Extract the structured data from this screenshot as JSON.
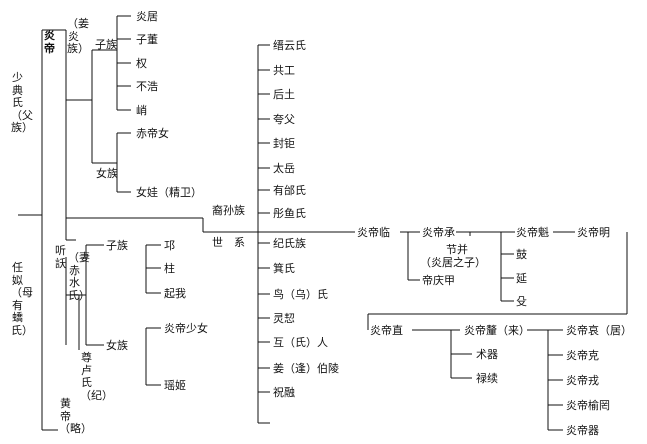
{
  "father_label": "少典氏（父族）",
  "mother_label": "任姒（母有蟜氏）",
  "yandi": "炎帝",
  "jiang_clan": "（姜炎族）",
  "tingyao": "听訞",
  "wife_chishui": "（妻赤水氏）",
  "zunlu": "尊卢氏（纪）",
  "huangdi": "黄帝（略）",
  "sons_label": "子族",
  "sons": [
    "炎居",
    "子董",
    "权",
    "不浩",
    "峭"
  ],
  "daughters_label": "女族",
  "daughters": [
    "赤帝女",
    "女娃（精卫）"
  ],
  "descendants_label": "裔孙族",
  "lineage_label": "世　系",
  "descendants": [
    "缙云氏",
    "共工",
    "后土",
    "夸父",
    "封钜",
    "太岳",
    "有邰氏",
    "彤鱼氏",
    "纪氏族",
    "箕氏",
    "鸟（乌）氏",
    "灵恝",
    "互（氏）人",
    "姜（逢）伯陵",
    "祝融"
  ],
  "sons2": [
    "邛",
    "柱",
    "起我"
  ],
  "daughters2": [
    "炎帝少女",
    "瑶姬"
  ],
  "emperors": {
    "lin": "炎帝临",
    "cheng": "炎帝承",
    "kui": "炎帝魁",
    "ming": "炎帝明",
    "zhi": "炎帝直",
    "li": "炎帝釐（来）",
    "ai": "炎帝哀（居）",
    "ke": "炎帝克",
    "ge": "炎帝戎",
    "yuwang": "炎帝榆罔",
    "qi": "炎帝器"
  },
  "jiebing": "节并",
  "jiebing_note": "（炎居之子）",
  "qingjia": "帝庆甲",
  "kui_children": [
    "鼓",
    "延",
    "殳"
  ],
  "li_children": [
    "术器",
    "禄续"
  ]
}
